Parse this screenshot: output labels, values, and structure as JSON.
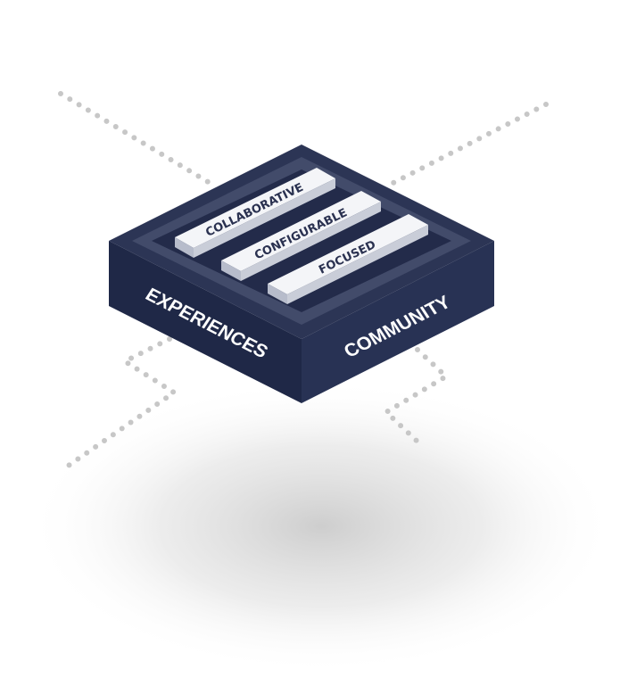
{
  "platform": {
    "bars": [
      {
        "label": "COLLABORATIVE"
      },
      {
        "label": "CONFIGURABLE"
      },
      {
        "label": "FOCUSED"
      }
    ],
    "left_face_label": "EXPERIENCES",
    "right_face_label": "COMMUNITY"
  },
  "colors": {
    "block_top": "#2c3555",
    "block_rim": "#424b6a",
    "block_left": "#1f2847",
    "block_right": "#283254",
    "bar_top": "#f4f5f8",
    "bar_side": "#c9cdd8",
    "connector": "#c7c7c7"
  }
}
